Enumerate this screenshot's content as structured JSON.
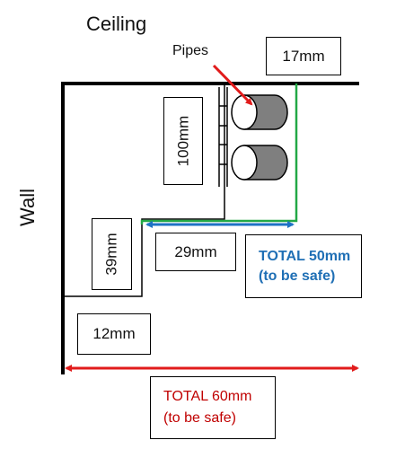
{
  "labels": {
    "ceiling": "Ceiling",
    "wall": "Wall",
    "pipes": "Pipes"
  },
  "dimensions": {
    "d17": "17mm",
    "d100": "100mm",
    "d39": "39mm",
    "d29": "29mm",
    "d12": "12mm"
  },
  "totals": {
    "total50_line1": "TOTAL 50mm",
    "total50_line2": "(to be safe)",
    "total60_line1": "TOTAL 60mm",
    "total60_line2": "(to be safe)"
  },
  "colors": {
    "structure": "#000000",
    "pipe_fill": "#7f7f7f",
    "boxing": "#22a846",
    "blue_arrow": "#1e72c4",
    "red_arrow": "#e11b1b",
    "total50_text": "#1f6fb5",
    "total60_text": "#c00000"
  }
}
